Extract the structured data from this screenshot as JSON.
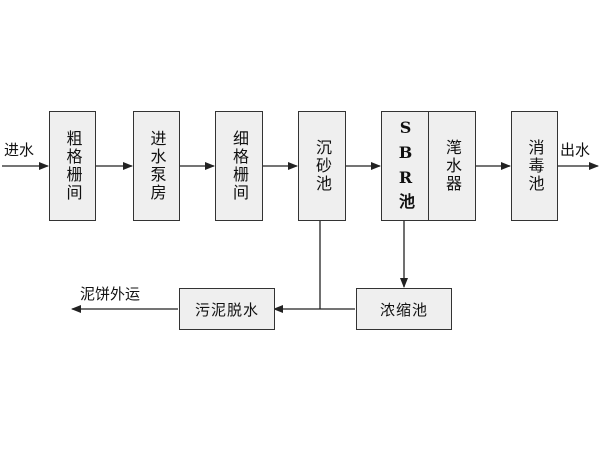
{
  "diagram": {
    "inlet_label": "进水",
    "outlet_label": "出水",
    "sludge_out_label": "泥饼外运",
    "nodes": {
      "coarse_screen": "粗格栅间",
      "influent_pump_room": "进水泵房",
      "fine_screen": "细格栅间",
      "grit_chamber": "沉砂池",
      "sbr_tank": "SBR池",
      "decanter": "滗水器",
      "disinfection_tank": "消毒池",
      "thickening_tank": "浓缩池",
      "sludge_dewatering": "污泥脱水"
    }
  }
}
